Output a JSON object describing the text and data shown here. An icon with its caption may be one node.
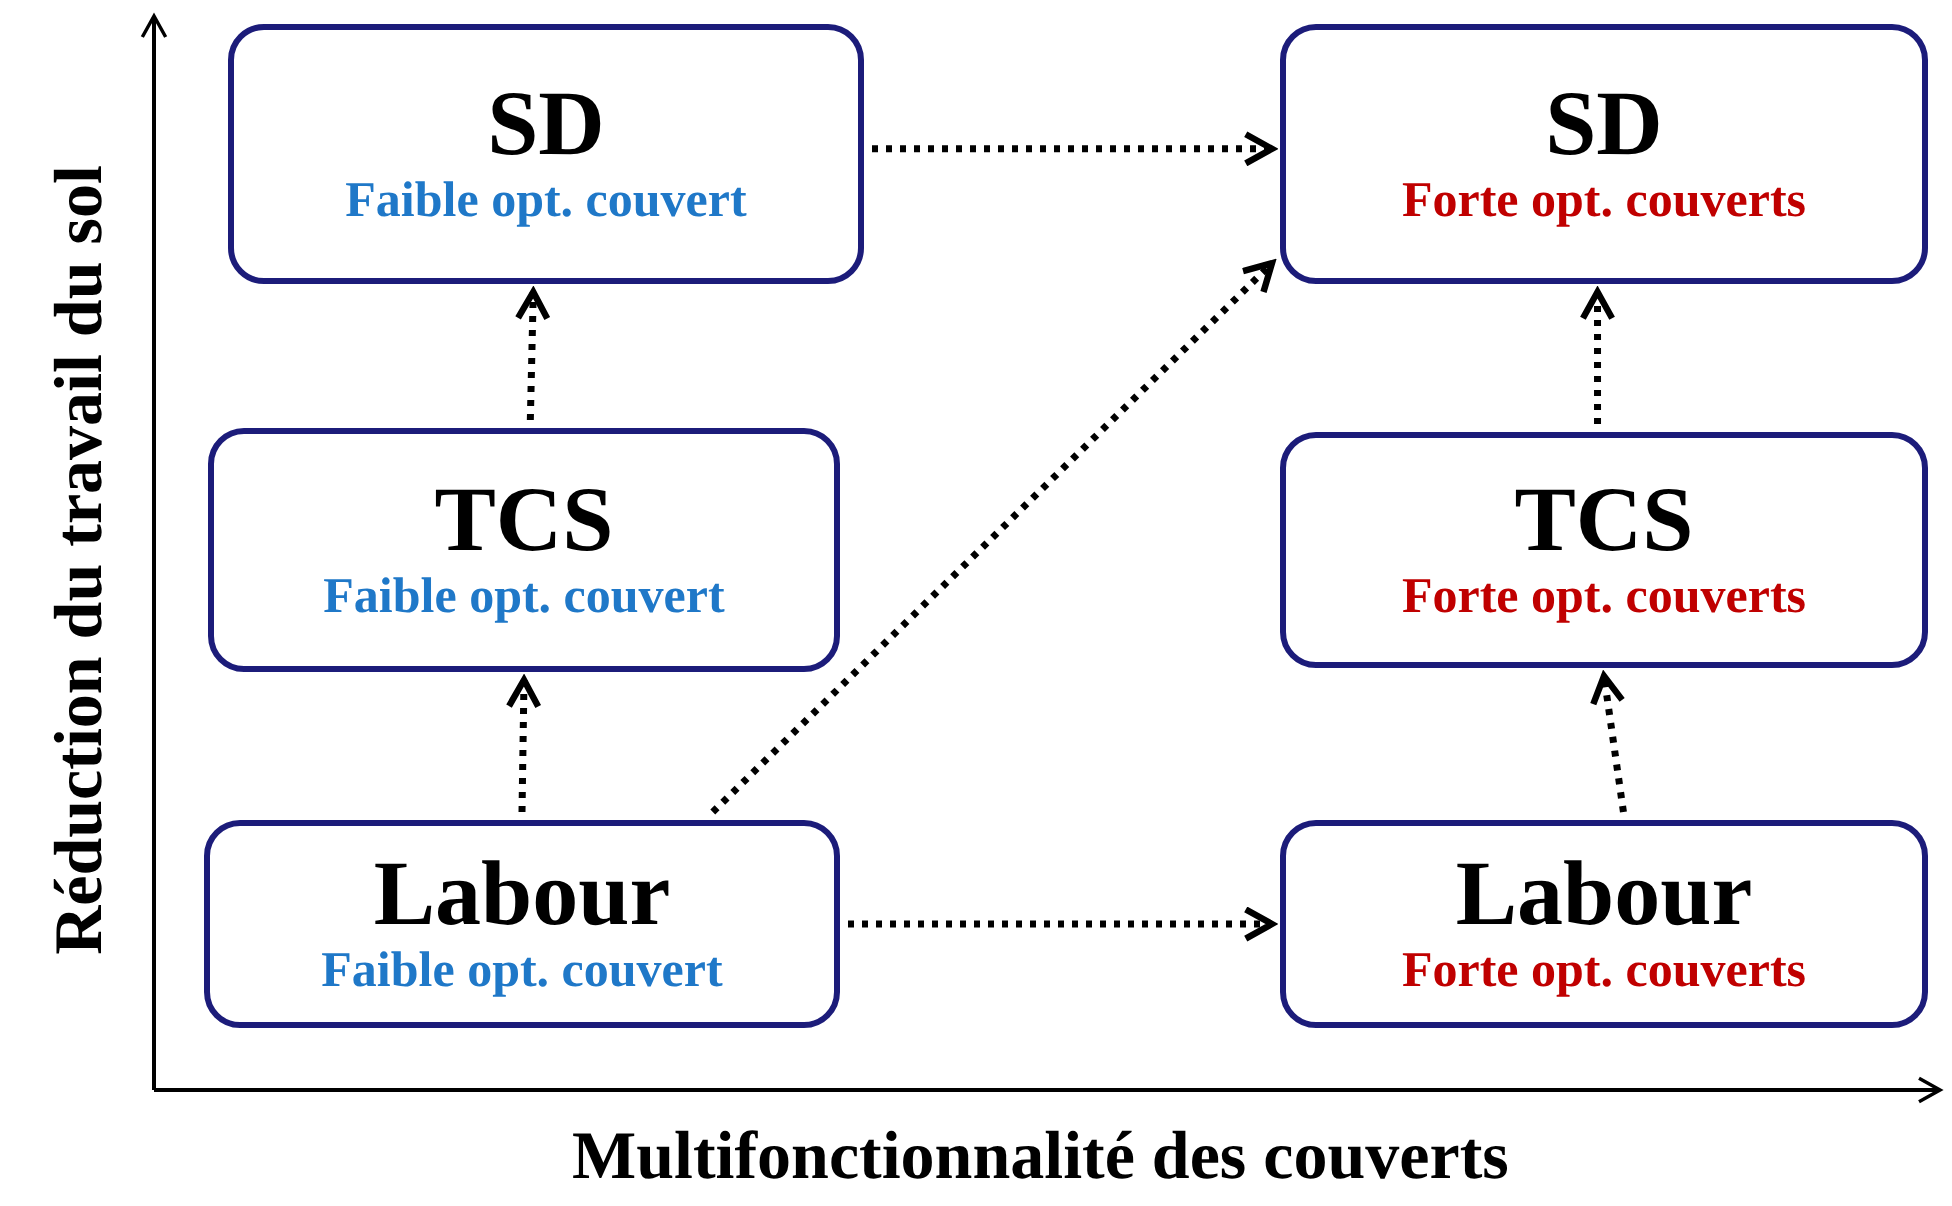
{
  "diagram": {
    "nodes": [
      {
        "text": [
          "SD",
          "Faible opt. couvert"
        ]
      },
      {
        "text": [
          "SD",
          "Forte opt. couverts"
        ]
      },
      {
        "text": [
          "TCS",
          "Faible opt. couvert"
        ]
      },
      {
        "text": [
          "TCS",
          "Forte opt. couverts"
        ]
      },
      {
        "text": [
          "Labour",
          "Faible opt. couvert"
        ]
      },
      {
        "text": [
          "Labour",
          "Forte opt. couverts"
        ]
      }
    ],
    "edges": [
      {
        "from": 0,
        "to": 1,
        "arrow": "to"
      },
      {
        "from": 2,
        "to": 0,
        "arrow": "to"
      },
      {
        "from": 4,
        "to": 2,
        "arrow": "to"
      },
      {
        "from": 4,
        "to": 1,
        "arrow": "to"
      },
      {
        "from": 4,
        "to": 5,
        "arrow": "to"
      },
      {
        "from": 5,
        "to": 3,
        "arrow": "to"
      },
      {
        "from": 3,
        "to": 1,
        "arrow": "to"
      }
    ],
    "labels": [
      "Réduction du travail du sol",
      "Multifonctionnalité des couverts"
    ]
  }
}
